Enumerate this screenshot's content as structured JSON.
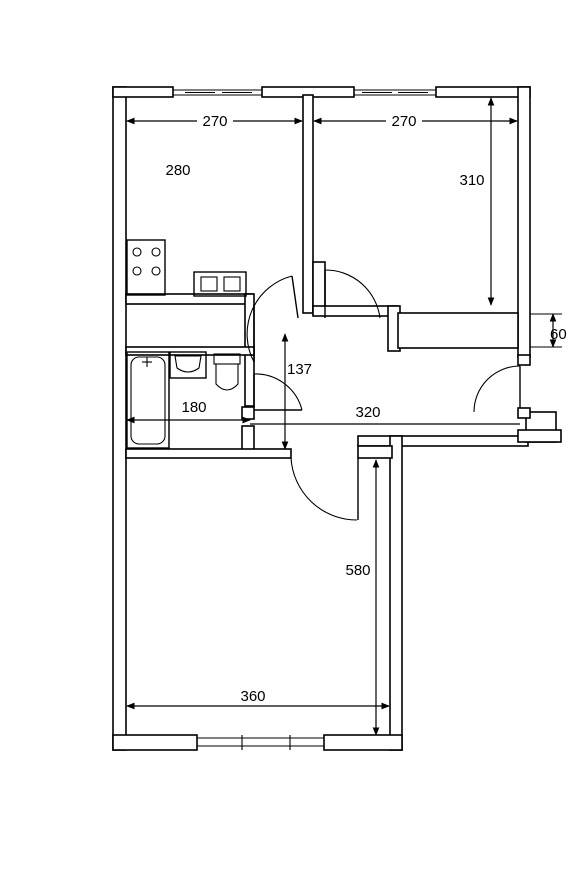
{
  "dimensions": {
    "room_top_left_width": "270",
    "room_top_right_width": "270",
    "room_top_left_depth": "280",
    "room_top_right_depth": "310",
    "balcony_depth": "60",
    "hall_width": "137",
    "bathroom_width": "180",
    "corridor_length": "320",
    "living_room_depth": "580",
    "living_room_width": "360"
  },
  "icons": {
    "stove": "stove-icon",
    "sink": "sink-icon",
    "toilet": "toilet-icon",
    "bathtub": "bathtub-icon",
    "washbasin": "washbasin-icon"
  }
}
